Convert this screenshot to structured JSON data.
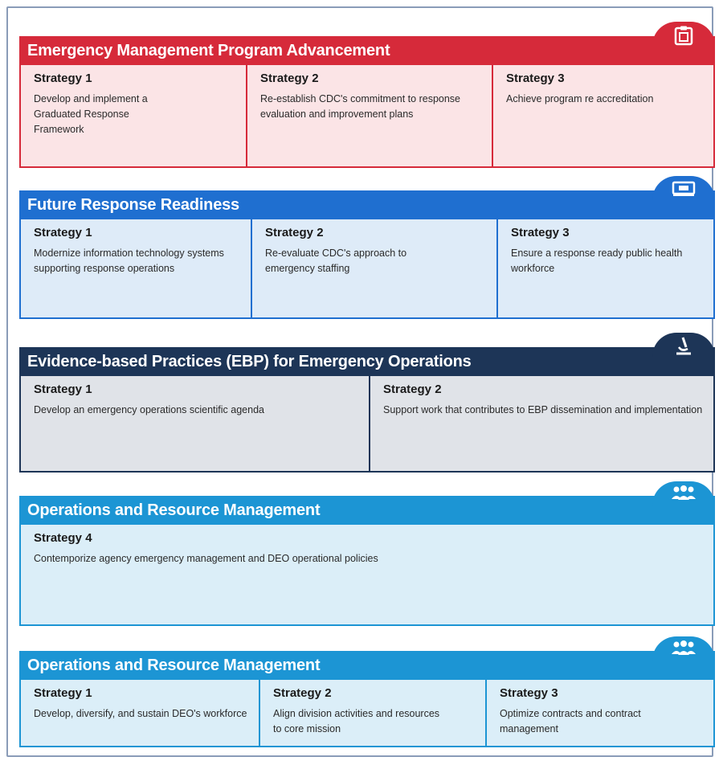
{
  "sections": [
    {
      "title": "Emergency Management Program Advancement",
      "icon": "clipboard-icon",
      "color": "#d62a3a",
      "strategies": [
        {
          "label": "Strategy 1",
          "text": "Develop and implement a Graduated Response Framework"
        },
        {
          "label": "Strategy 2",
          "text": "Re-establish CDC's commitment to response evaluation and improvement plans"
        },
        {
          "label": "Strategy 3",
          "text": "Achieve program re accreditation"
        }
      ]
    },
    {
      "title": "Future Response Readiness",
      "icon": "monitor-icon",
      "color": "#1f6fd0",
      "strategies": [
        {
          "label": "Strategy 1",
          "text": "Modernize information technology systems supporting response operations"
        },
        {
          "label": "Strategy 2",
          "text": "Re-evaluate CDC's approach to emergency staffing"
        },
        {
          "label": "Strategy 3",
          "text": "Ensure a response ready public health workforce"
        }
      ]
    },
    {
      "title": "Evidence-based Practices (EBP) for Emergency Operations",
      "icon": "microscope-icon",
      "color": "#1d3557",
      "strategies": [
        {
          "label": "Strategy 1",
          "text": "Develop an emergency operations scientific agenda"
        },
        {
          "label": "Strategy 2",
          "text": "Support work that contributes to EBP dissemination and implementation"
        }
      ]
    },
    {
      "title": "Operations and Resource Management",
      "icon": "people-icon",
      "color": "#1c95d4",
      "strategies": [
        {
          "label": "Strategy 4",
          "text": "Contemporize agency emergency management and DEO operational policies"
        }
      ]
    },
    {
      "title": "Operations and Resource Management",
      "icon": "people-icon",
      "color": "#1c95d4",
      "strategies": [
        {
          "label": "Strategy 1",
          "text": "Develop, diversify, and sustain DEO's workforce"
        },
        {
          "label": "Strategy 2",
          "text": "Align division activities and resources to core mission"
        },
        {
          "label": "Strategy 3",
          "text": "Optimize contracts and contract management"
        }
      ]
    }
  ]
}
